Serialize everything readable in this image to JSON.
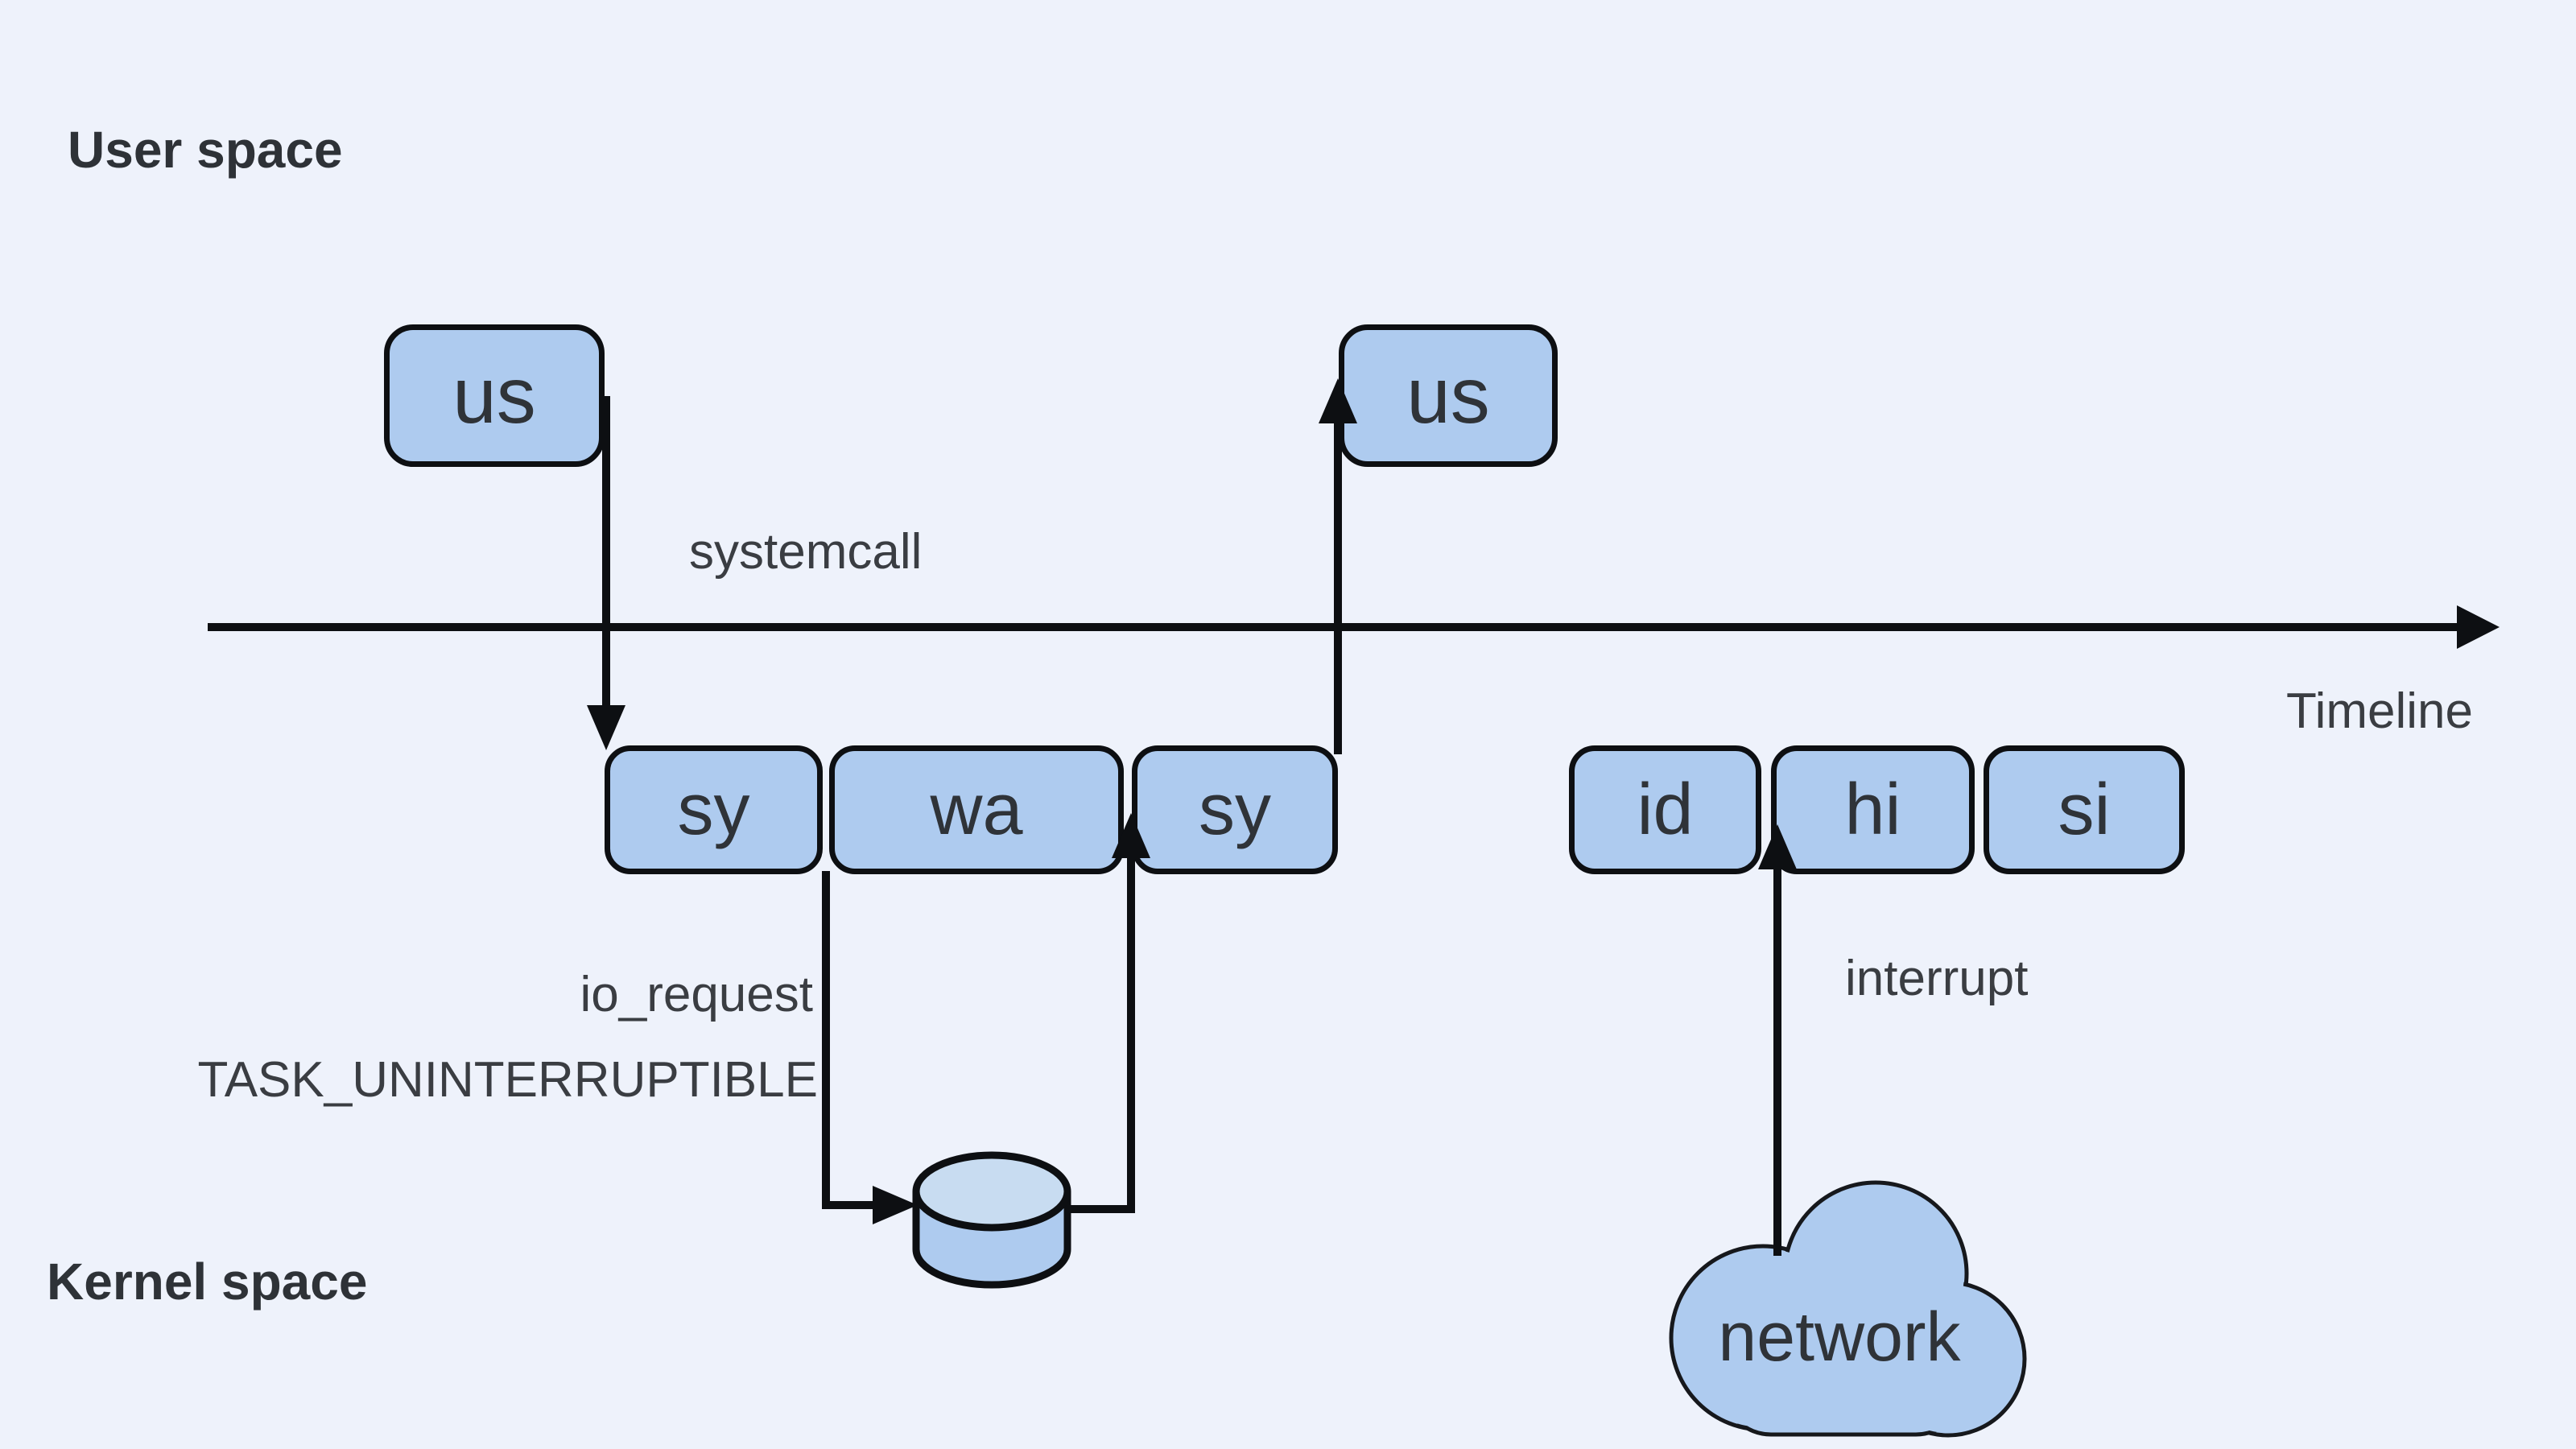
{
  "colors": {
    "background": "#EEF2FB",
    "node_fill": "#AECBEF",
    "node_border": "#0D0F12",
    "disk_top_fill": "#C8DCF1",
    "label_text": "#3A3D42",
    "heading_text": "#2E3237",
    "arrow_color": "#0D0F12"
  },
  "regions": {
    "user_space": "User space",
    "kernel_space": "Kernel space"
  },
  "timeline": {
    "label": "Timeline"
  },
  "annotations": {
    "systemcall": "systemcall",
    "io_request": "io_request",
    "task_state": "TASK_UNINTERRUPTIBLE",
    "interrupt": "interrupt"
  },
  "nodes": {
    "user_1": "us",
    "user_2": "us",
    "system_1": "sy",
    "wait": "wa",
    "system_2": "sy",
    "idle": "id",
    "hard_irq": "hi",
    "soft_irq": "si"
  },
  "devices": {
    "network": "network",
    "disk_icon": "disk-cylinder",
    "network_icon": "cloud"
  }
}
